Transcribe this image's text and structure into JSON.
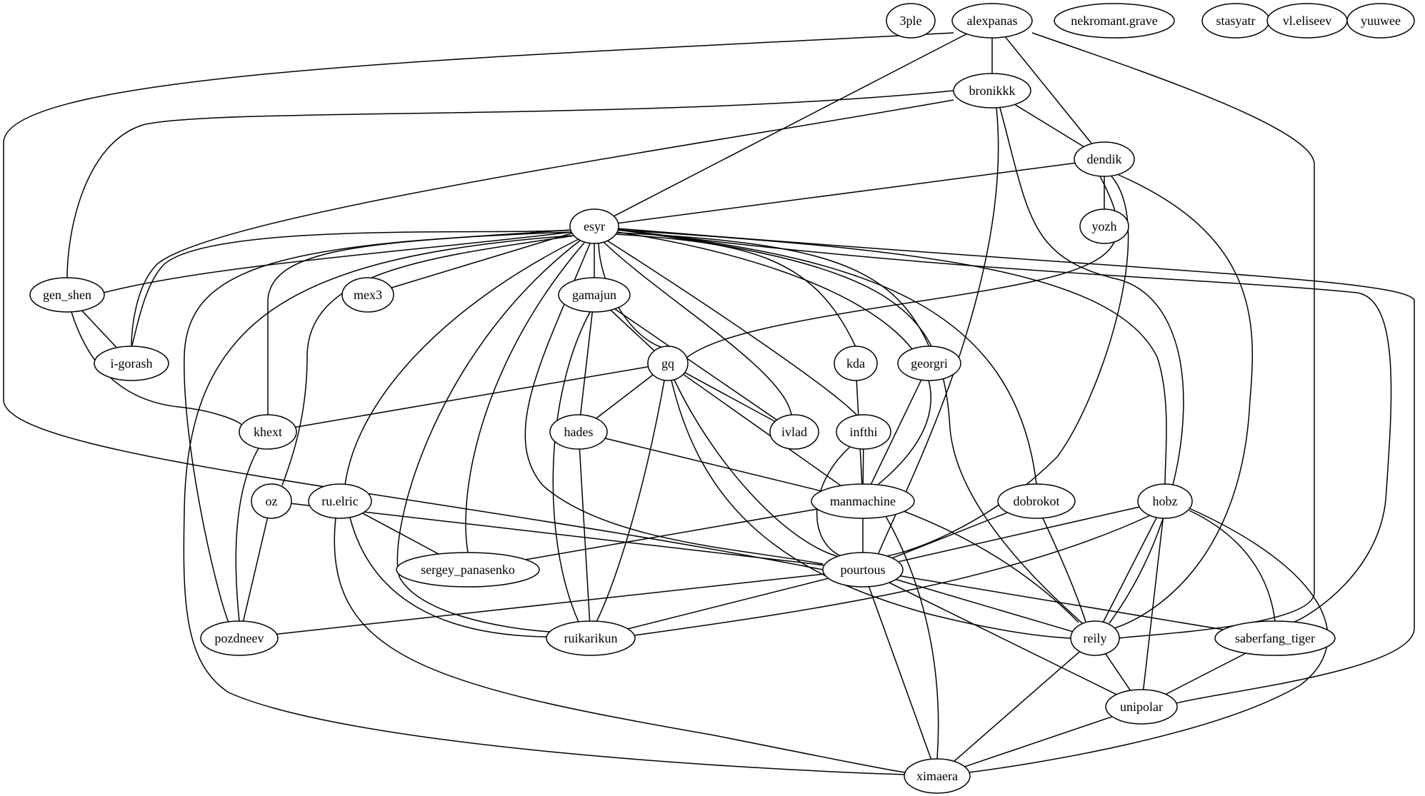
{
  "graph": {
    "type": "undirected-graph",
    "colors": {
      "background": "#ffffff",
      "stroke": "#000000",
      "text": "#000000"
    },
    "nodes": [
      {
        "id": "3ple",
        "label": "3ple"
      },
      {
        "id": "alexpanas",
        "label": "alexpanas"
      },
      {
        "id": "nekromant.grave",
        "label": "nekromant.grave"
      },
      {
        "id": "stasyatr",
        "label": "stasyatr"
      },
      {
        "id": "vl.eliseev",
        "label": "vl.eliseev"
      },
      {
        "id": "yuuwee",
        "label": "yuuwee"
      },
      {
        "id": "bronikkk",
        "label": "bronikkk"
      },
      {
        "id": "dendik",
        "label": "dendik"
      },
      {
        "id": "yozh",
        "label": "yozh"
      },
      {
        "id": "esyr",
        "label": "esyr"
      },
      {
        "id": "gen_shen",
        "label": "gen_shen"
      },
      {
        "id": "mex3",
        "label": "mex3"
      },
      {
        "id": "gamajun",
        "label": "gamajun"
      },
      {
        "id": "i-gorash",
        "label": "i-gorash"
      },
      {
        "id": "gq",
        "label": "gq"
      },
      {
        "id": "kda",
        "label": "kda"
      },
      {
        "id": "georgri",
        "label": "georgri"
      },
      {
        "id": "khext",
        "label": "khext"
      },
      {
        "id": "hades",
        "label": "hades"
      },
      {
        "id": "ivlad",
        "label": "ivlad"
      },
      {
        "id": "infthi",
        "label": "infthi"
      },
      {
        "id": "oz",
        "label": "oz"
      },
      {
        "id": "ru.elric",
        "label": "ru.elric"
      },
      {
        "id": "manmachine",
        "label": "manmachine"
      },
      {
        "id": "dobrokot",
        "label": "dobrokot"
      },
      {
        "id": "hobz",
        "label": "hobz"
      },
      {
        "id": "sergey_panasenko",
        "label": "sergey_panasenko"
      },
      {
        "id": "pourtous",
        "label": "pourtous"
      },
      {
        "id": "pozdneev",
        "label": "pozdneev"
      },
      {
        "id": "ruikarikun",
        "label": "ruikarikun"
      },
      {
        "id": "reily",
        "label": "reily"
      },
      {
        "id": "saberfang_tiger",
        "label": "saberfang_tiger"
      },
      {
        "id": "unipolar",
        "label": "unipolar"
      },
      {
        "id": "ximaera",
        "label": "ximaera"
      }
    ],
    "edges": [
      [
        "alexpanas",
        "bronikkk"
      ],
      [
        "alexpanas",
        "dendik"
      ],
      [
        "alexpanas",
        "esyr"
      ],
      [
        "alexpanas",
        "pourtous"
      ],
      [
        "alexpanas",
        "reily"
      ],
      [
        "bronikkk",
        "dendik"
      ],
      [
        "bronikkk",
        "gen_shen"
      ],
      [
        "bronikkk",
        "i-gorash"
      ],
      [
        "bronikkk",
        "pourtous"
      ],
      [
        "bronikkk",
        "reily"
      ],
      [
        "dendik",
        "yozh"
      ],
      [
        "dendik",
        "esyr"
      ],
      [
        "dendik",
        "gq"
      ],
      [
        "dendik",
        "pourtous"
      ],
      [
        "dendik",
        "reily"
      ],
      [
        "esyr",
        "gen_shen"
      ],
      [
        "esyr",
        "mex3"
      ],
      [
        "esyr",
        "i-gorash"
      ],
      [
        "esyr",
        "gamajun"
      ],
      [
        "esyr",
        "gq"
      ],
      [
        "esyr",
        "kda"
      ],
      [
        "esyr",
        "georgri"
      ],
      [
        "esyr",
        "khext"
      ],
      [
        "esyr",
        "ivlad"
      ],
      [
        "esyr",
        "infthi"
      ],
      [
        "esyr",
        "oz"
      ],
      [
        "esyr",
        "ru.elric"
      ],
      [
        "esyr",
        "manmachine"
      ],
      [
        "esyr",
        "dobrokot"
      ],
      [
        "esyr",
        "hobz"
      ],
      [
        "esyr",
        "sergey_panasenko"
      ],
      [
        "esyr",
        "pourtous"
      ],
      [
        "esyr",
        "pozdneev"
      ],
      [
        "esyr",
        "ruikarikun"
      ],
      [
        "esyr",
        "reily"
      ],
      [
        "esyr",
        "saberfang_tiger"
      ],
      [
        "esyr",
        "unipolar"
      ],
      [
        "esyr",
        "ximaera"
      ],
      [
        "gen_shen",
        "i-gorash"
      ],
      [
        "gen_shen",
        "khext"
      ],
      [
        "gamajun",
        "gq"
      ],
      [
        "gamajun",
        "hades"
      ],
      [
        "gamajun",
        "ivlad"
      ],
      [
        "gamajun",
        "ruikarikun"
      ],
      [
        "gq",
        "khext"
      ],
      [
        "gq",
        "hades"
      ],
      [
        "gq",
        "ivlad"
      ],
      [
        "gq",
        "manmachine"
      ],
      [
        "gq",
        "pourtous"
      ],
      [
        "gq",
        "ruikarikun"
      ],
      [
        "gq",
        "reily"
      ],
      [
        "kda",
        "manmachine"
      ],
      [
        "georgri",
        "manmachine"
      ],
      [
        "khext",
        "pozdneev"
      ],
      [
        "hades",
        "manmachine"
      ],
      [
        "hades",
        "ruikarikun"
      ],
      [
        "infthi",
        "manmachine"
      ],
      [
        "infthi",
        "pourtous"
      ],
      [
        "oz",
        "pourtous"
      ],
      [
        "oz",
        "pozdneev"
      ],
      [
        "ru.elric",
        "sergey_panasenko"
      ],
      [
        "ru.elric",
        "ruikarikun"
      ],
      [
        "ru.elric",
        "ximaera"
      ],
      [
        "manmachine",
        "sergey_panasenko"
      ],
      [
        "manmachine",
        "pourtous"
      ],
      [
        "manmachine",
        "reily"
      ],
      [
        "manmachine",
        "ximaera"
      ],
      [
        "dobrokot",
        "pourtous"
      ],
      [
        "dobrokot",
        "reily"
      ],
      [
        "hobz",
        "pourtous"
      ],
      [
        "hobz",
        "ruikarikun"
      ],
      [
        "hobz",
        "reily"
      ],
      [
        "hobz",
        "saberfang_tiger"
      ],
      [
        "hobz",
        "unipolar"
      ],
      [
        "hobz",
        "ximaera"
      ],
      [
        "pourtous",
        "pozdneev"
      ],
      [
        "pourtous",
        "ruikarikun"
      ],
      [
        "pourtous",
        "reily"
      ],
      [
        "pourtous",
        "saberfang_tiger"
      ],
      [
        "pourtous",
        "unipolar"
      ],
      [
        "pourtous",
        "ximaera"
      ],
      [
        "reily",
        "unipolar"
      ],
      [
        "reily",
        "ximaera"
      ],
      [
        "saberfang_tiger",
        "unipolar"
      ],
      [
        "unipolar",
        "ximaera"
      ]
    ]
  }
}
